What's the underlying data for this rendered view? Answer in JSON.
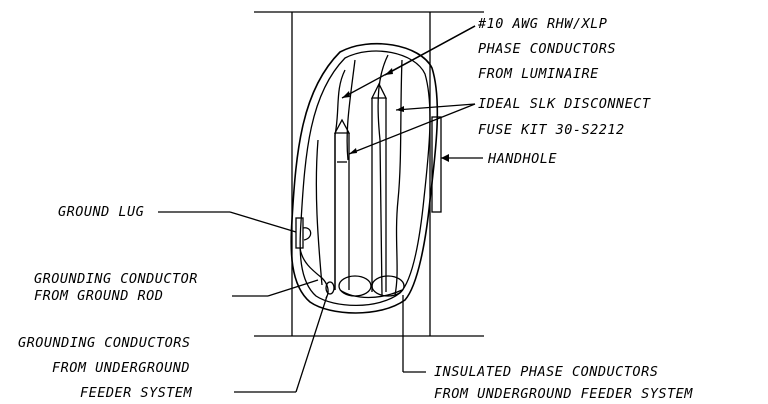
{
  "labels": {
    "phase_conductors": [
      "#10 AWG RHW/XLP",
      "PHASE CONDUCTORS",
      "FROM LUMINAIRE"
    ],
    "fuse_kit": [
      "IDEAL SLK DISCONNECT",
      "FUSE KIT 30-S2212"
    ],
    "handhole": "HANDHOLE",
    "ground_lug": "GROUND LUG",
    "grounding_conductor": [
      "GROUNDING CONDUCTOR",
      "FROM GROUND ROD"
    ],
    "grounding_conductors_feeder": [
      "GROUNDING CONDUCTORS",
      "FROM UNDERGROUND",
      "FEEDER SYSTEM"
    ],
    "insulated_phase": [
      "INSULATED PHASE CONDUCTORS",
      "FROM UNDERGROUND FEEDER SYSTEM"
    ]
  }
}
